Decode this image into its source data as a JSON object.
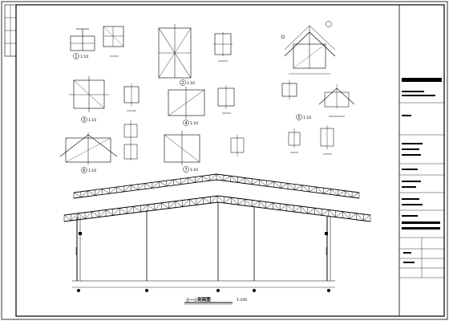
{
  "sheet": {
    "main_section_title": "◎−◎剖面图",
    "main_section_scale": "1:100",
    "details": [
      {
        "id": "1",
        "scale": "1:10"
      },
      {
        "id": "2",
        "scale": "1:10"
      },
      {
        "id": "3",
        "scale": "1:10"
      },
      {
        "id": "4",
        "scale": "1:10"
      },
      {
        "id": "5",
        "scale": "1:10"
      },
      {
        "id": "6",
        "scale": "1:10"
      },
      {
        "id": "7",
        "scale": "1:10"
      }
    ]
  },
  "colors": {
    "line": "#000000",
    "background": "#ffffff",
    "title_bar": "#000000"
  }
}
